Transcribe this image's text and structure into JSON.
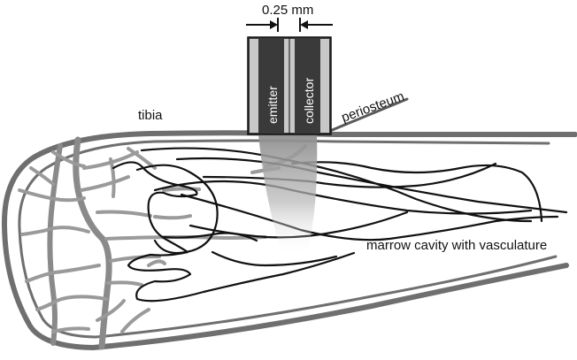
{
  "labels": {
    "dimension": "0.25 mm",
    "emitter": "emitter",
    "collector": "collector",
    "periosteum": "periosteum",
    "tibia": "tibia",
    "marrow": "marrow cavity with vasculature"
  },
  "colors": {
    "bone": "#6f6f6f",
    "vessel_gray": "#9a9a9a",
    "vessel_black": "#111111",
    "probe_dark": "#3a3a3a",
    "probe_light": "#c8c8c8",
    "light_cone": "#9c9c9c"
  }
}
